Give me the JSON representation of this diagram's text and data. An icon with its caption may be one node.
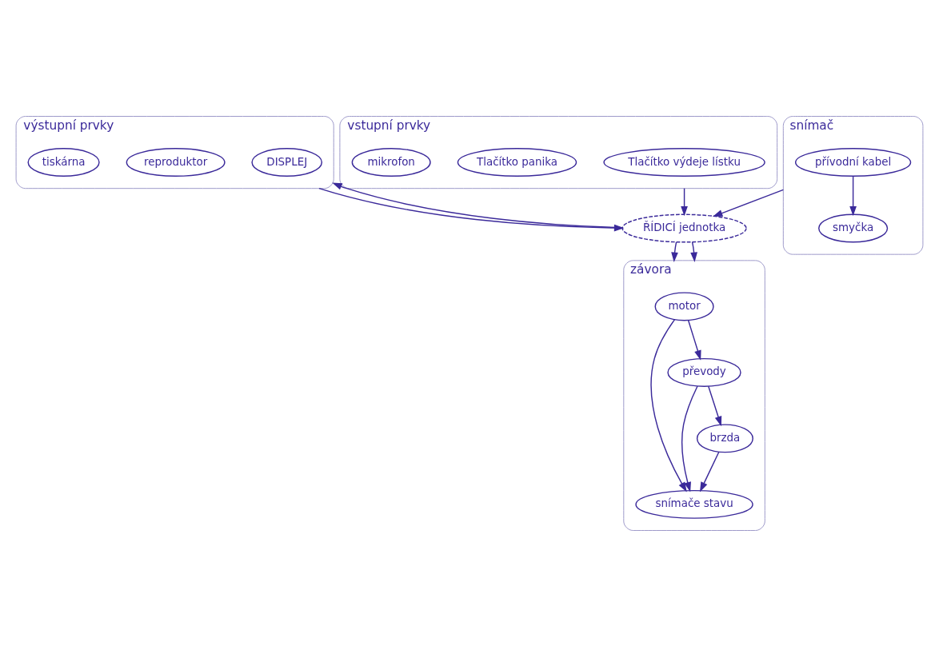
{
  "diagram": {
    "nodes": [
      {
        "text": [
          "výstupní prvky"
        ]
      },
      {
        "text": [
          "DISPLEJ"
        ],
        "in": 0
      },
      {
        "text": [
          "reproduktor"
        ],
        "in": 0
      },
      {
        "text": [
          "tiskárna"
        ],
        "in": 0
      },
      {
        "text": [
          "vstupní prvky"
        ]
      },
      {
        "text": [
          "Tlačítko výdeje lístku"
        ],
        "in": 4
      },
      {
        "text": [
          "Tlačítko panika"
        ],
        "in": 4
      },
      {
        "text": [
          "mikrofon"
        ],
        "in": 4
      },
      {
        "text": [
          "ŘÍDICÍ jednotka"
        ]
      },
      {
        "text": [
          "závora"
        ]
      },
      {
        "text": [
          "motor"
        ],
        "in": 9
      },
      {
        "text": [
          "snímače stavu"
        ],
        "in": 9
      },
      {
        "text": [
          "převody"
        ],
        "in": 9
      },
      {
        "text": [
          "brzda"
        ],
        "in": 9
      },
      {
        "text": [
          "snímač"
        ]
      },
      {
        "text": [
          "přívodní kabel"
        ],
        "in": 14
      },
      {
        "text": [
          "smyčka"
        ],
        "in": 14
      }
    ],
    "edges": [
      {
        "from": 0,
        "to": 8,
        "arrow": "to"
      },
      {
        "from": 4,
        "to": 8,
        "arrow": "to"
      },
      {
        "from": 8,
        "to": 0,
        "arrow": "to"
      },
      {
        "from": 8,
        "to": 9,
        "arrow": "to"
      },
      {
        "from": 8,
        "to": 9,
        "arrow": "to"
      },
      {
        "from": 14,
        "to": 8,
        "arrow": "to"
      },
      {
        "from": 10,
        "to": 11,
        "arrow": "to"
      },
      {
        "from": 10,
        "to": 12,
        "arrow": "to"
      },
      {
        "from": 12,
        "to": 11,
        "arrow": "to"
      },
      {
        "from": 12,
        "to": 13,
        "arrow": "to"
      },
      {
        "from": 13,
        "to": 11,
        "arrow": "to"
      },
      {
        "from": 15,
        "to": 16,
        "arrow": "to"
      }
    ]
  }
}
